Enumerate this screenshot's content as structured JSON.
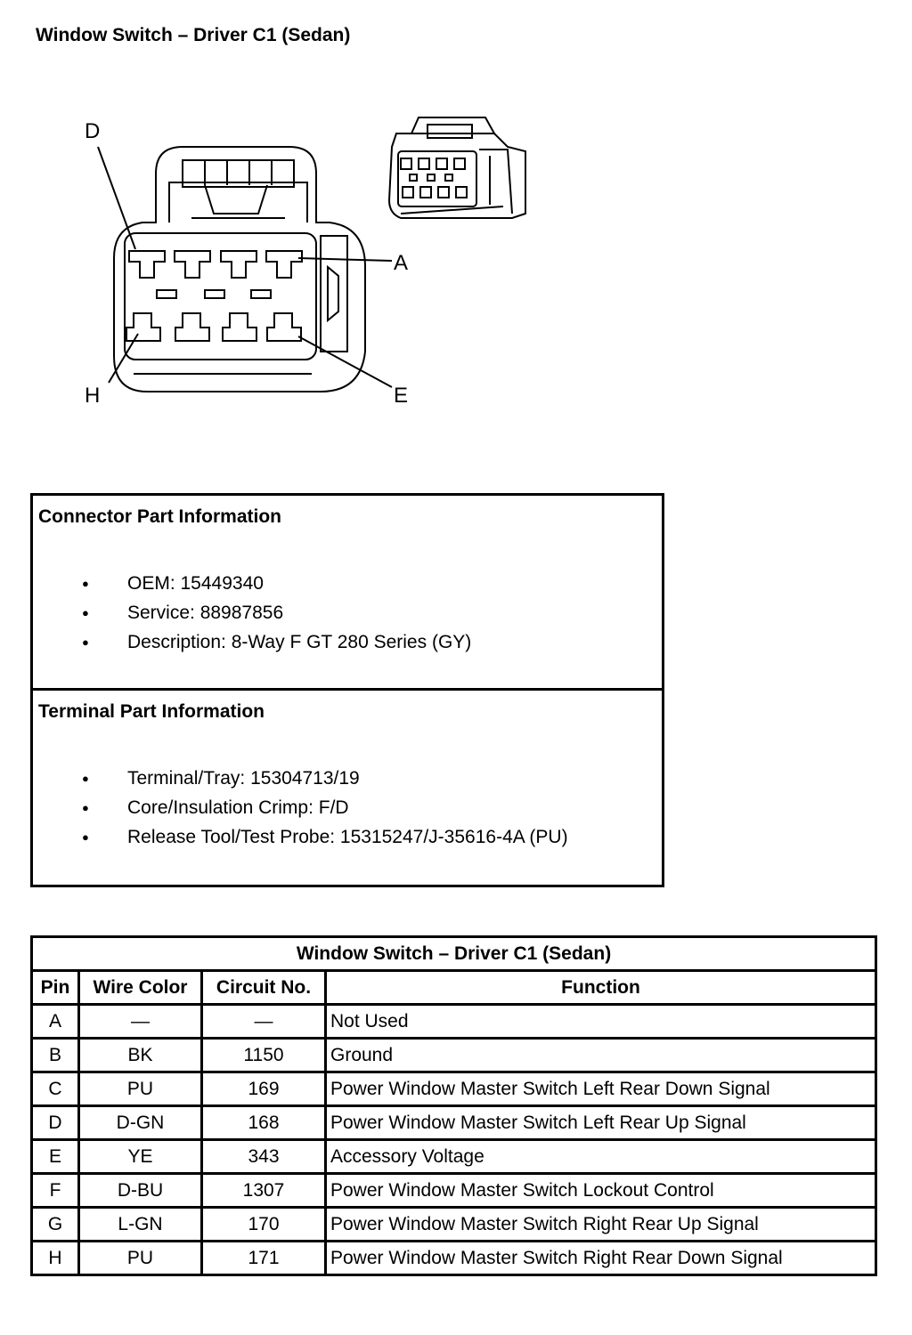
{
  "page_title": "Window Switch – Driver C1 (Sedan)",
  "diagram": {
    "pin_labels": {
      "top_left": "D",
      "top_right": "A",
      "bottom_left": "H",
      "bottom_right": "E"
    }
  },
  "connector_info": {
    "heading": "Connector Part Information",
    "items": [
      "OEM: 15449340",
      "Service: 88987856",
      "Description: 8-Way F GT 280 Series (GY)"
    ]
  },
  "terminal_info": {
    "heading": "Terminal Part Information",
    "items": [
      "Terminal/Tray: 15304713/19",
      "Core/Insulation Crimp: F/D",
      "Release Tool/Test Probe: 15315247/J-35616-4A (PU)"
    ]
  },
  "pin_table": {
    "title": "Window Switch – Driver C1 (Sedan)",
    "headers": [
      "Pin",
      "Wire Color",
      "Circuit No.",
      "Function"
    ],
    "rows": [
      [
        "A",
        "—",
        "—",
        "Not Used"
      ],
      [
        "B",
        "BK",
        "1150",
        "Ground"
      ],
      [
        "C",
        "PU",
        "169",
        "Power Window Master Switch Left Rear Down Signal"
      ],
      [
        "D",
        "D-GN",
        "168",
        "Power Window Master Switch Left Rear Up Signal"
      ],
      [
        "E",
        "YE",
        "343",
        "Accessory Voltage"
      ],
      [
        "F",
        "D-BU",
        "1307",
        "Power Window Master Switch Lockout Control"
      ],
      [
        "G",
        "L-GN",
        "170",
        "Power Window Master Switch Right Rear Up Signal"
      ],
      [
        "H",
        "PU",
        "171",
        "Power Window Master Switch Right Rear Down Signal"
      ]
    ]
  }
}
